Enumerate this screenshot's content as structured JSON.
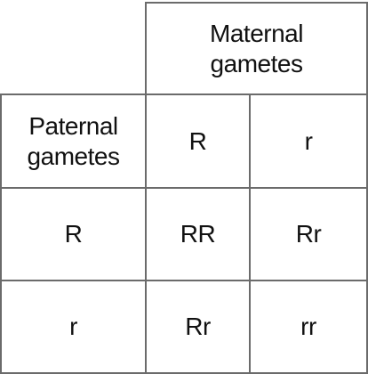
{
  "maternal_header": "Maternal\ngametes",
  "paternal_header": "Paternal\ngametes",
  "maternal_alleles": [
    "R",
    "r"
  ],
  "paternal_alleles": [
    "R",
    "r"
  ],
  "offspring": [
    [
      "RR",
      "Rr"
    ],
    [
      "Rr",
      "rr"
    ]
  ],
  "colors": {
    "border": "#6b6b6b",
    "text": "#111111",
    "background": "#ffffff"
  }
}
